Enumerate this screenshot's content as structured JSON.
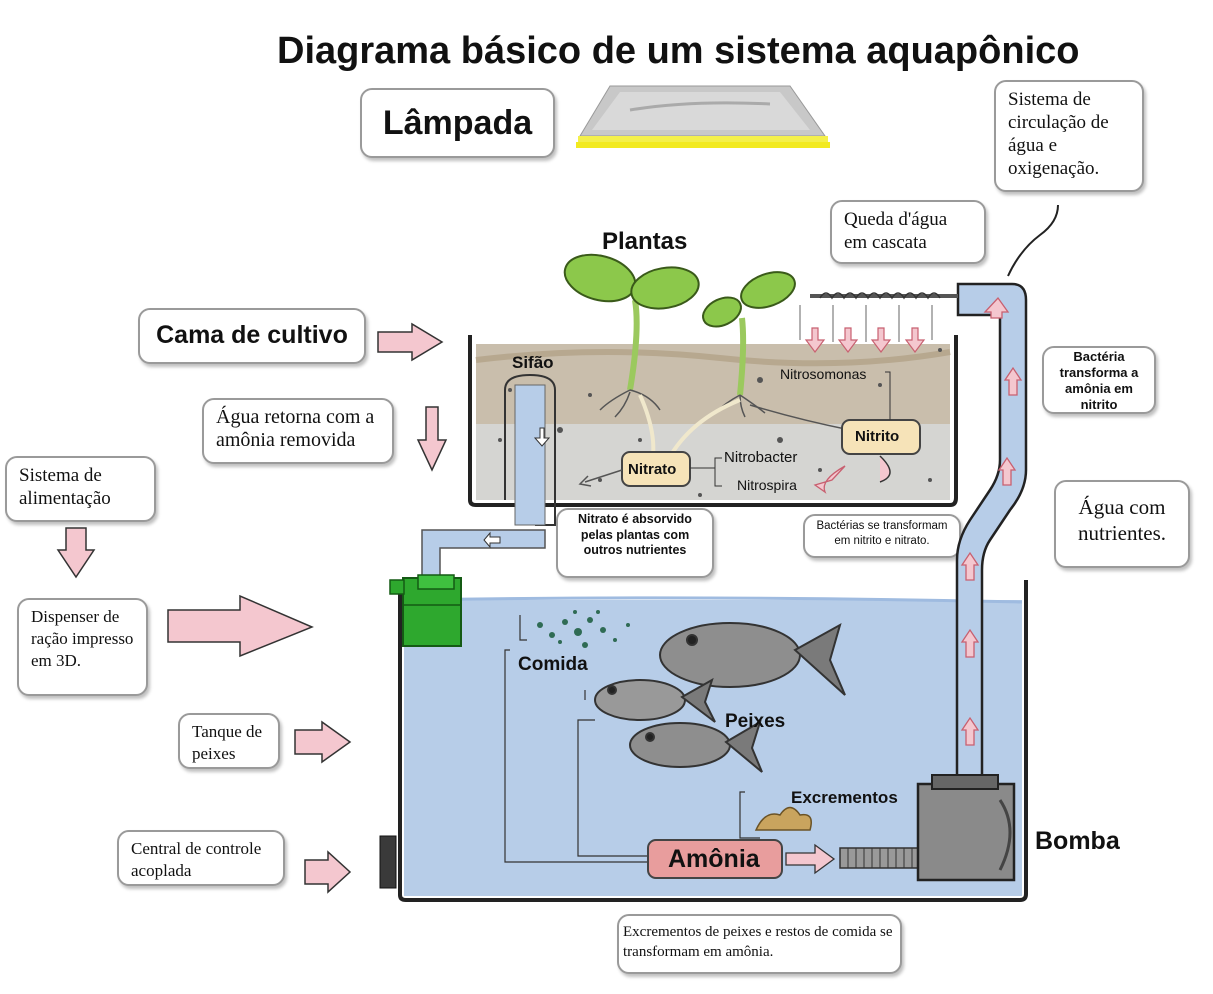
{
  "title": "Diagrama básico de um sistema aquapônico",
  "labels": {
    "lampada": "Lâmpada",
    "circulacao": "Sistema de circulação de água e oxigenação.",
    "queda": "Queda d'água em cascata",
    "plantas": "Plantas",
    "cama": "Cama de cultivo",
    "sifao": "Sifão",
    "agua_retorna": "Água retorna com a amônia removida",
    "alimentacao": "Sistema de alimentação",
    "dispenser": "Dispenser de ração impresso em 3D.",
    "tanque": "Tanque de peixes",
    "central": "Central de controle acoplada",
    "bacteria_nitrito": "Bactéria transforma a amônia em nitrito",
    "agua_nutrientes": "Água com nutrientes.",
    "nitrosomonas": "Nitrosomonas",
    "nitrito": "Nitrito",
    "nitrato": "Nitrato",
    "nitrobacter": "Nitrobacter",
    "nitrospira": "Nitrospira",
    "nitrato_absorvido": "Nitrato é absorvido pelas plantas com outros nutrientes",
    "bacterias_transformam": "Bactérias se transformam em nitrito e nitrato.",
    "comida": "Comida",
    "peixes": "Peixes",
    "excrementos": "Excrementos",
    "bomba": "Bomba",
    "amonia": "Amônia",
    "excrementos_nota": "Excrementos de peixes e restos de comida se transformam em amônia."
  },
  "colors": {
    "water": "#b7cde8",
    "soil": "#c9beac",
    "arrow_fill": "#f4c7cf",
    "amonia_fill": "#e89d9d",
    "chem_fill": "#f6e3b8",
    "plant_green": "#8cc84b",
    "dispenser_green": "#2ea82e"
  }
}
